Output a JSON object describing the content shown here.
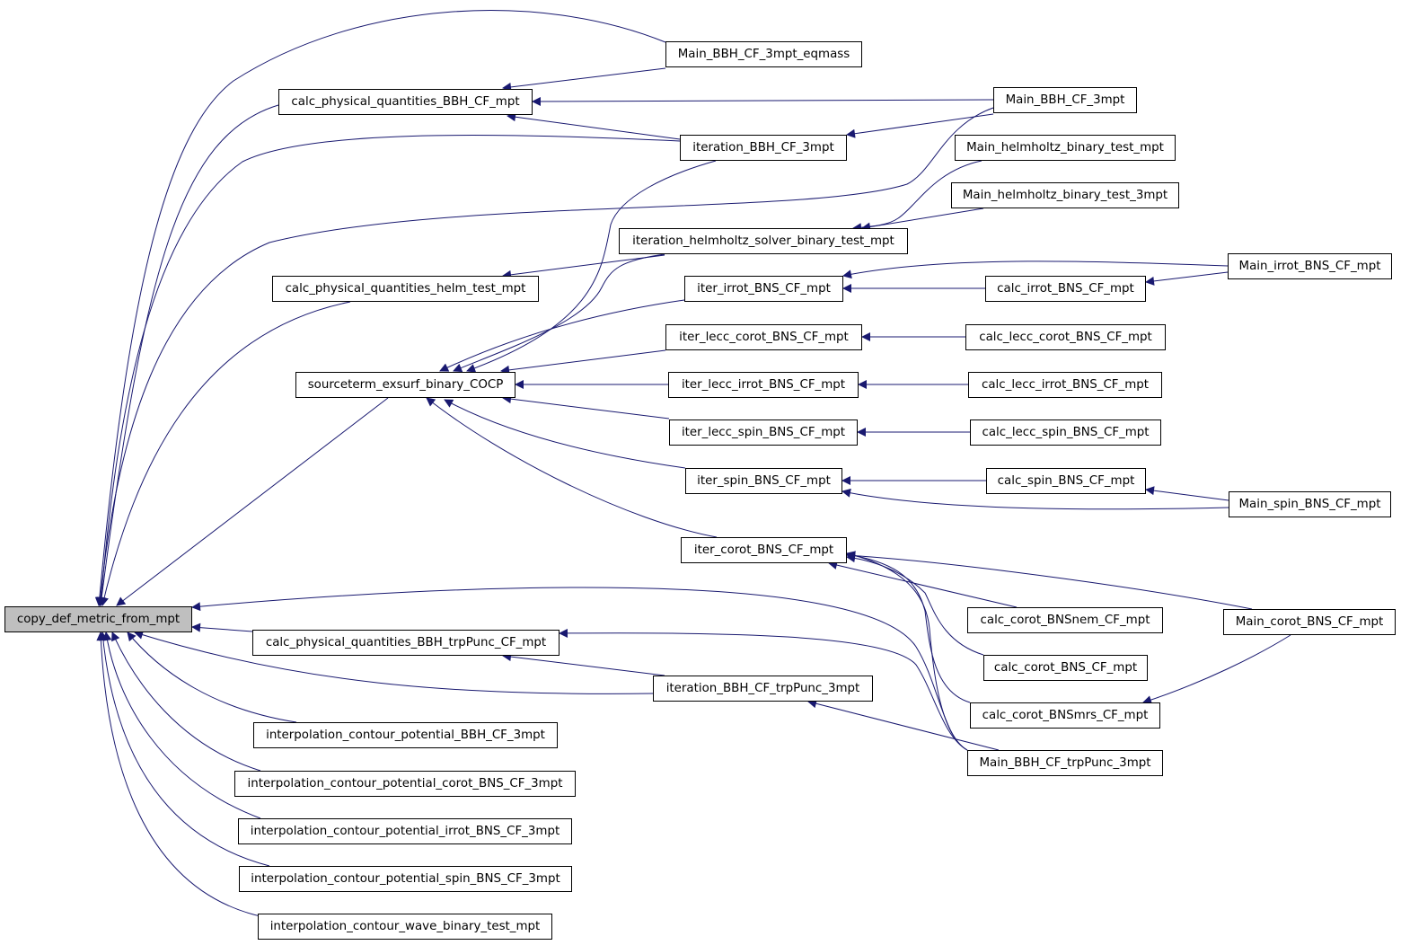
{
  "graph": {
    "title": "",
    "edge_color": "#191970",
    "root_fill": "#bfbfbf",
    "nodes": [
      {
        "id": "root",
        "label": "copy_def_metric_from_mpt"
      },
      {
        "id": "calc_bbh",
        "label": "calc_physical_quantities_BBH_CF_mpt"
      },
      {
        "id": "main_bbh_eqmass",
        "label": "Main_BBH_CF_3mpt_eqmass"
      },
      {
        "id": "main_bbh_3mpt",
        "label": "Main_BBH_CF_3mpt"
      },
      {
        "id": "iter_bbh_3mpt",
        "label": "iteration_BBH_CF_3mpt"
      },
      {
        "id": "main_helm_mpt",
        "label": "Main_helmholtz_binary_test_mpt"
      },
      {
        "id": "main_helm_3mpt",
        "label": "Main_helmholtz_binary_test_3mpt"
      },
      {
        "id": "iter_helm",
        "label": "iteration_helmholtz_solver_binary_test_mpt"
      },
      {
        "id": "calc_helm",
        "label": "calc_physical_quantities_helm_test_mpt"
      },
      {
        "id": "iter_irrot",
        "label": "iter_irrot_BNS_CF_mpt"
      },
      {
        "id": "calc_irrot",
        "label": "calc_irrot_BNS_CF_mpt"
      },
      {
        "id": "main_irrot",
        "label": "Main_irrot_BNS_CF_mpt"
      },
      {
        "id": "iter_lecc_corot",
        "label": "iter_lecc_corot_BNS_CF_mpt"
      },
      {
        "id": "calc_lecc_corot",
        "label": "calc_lecc_corot_BNS_CF_mpt"
      },
      {
        "id": "source",
        "label": "sourceterm_exsurf_binary_COCP"
      },
      {
        "id": "iter_lecc_irrot",
        "label": "iter_lecc_irrot_BNS_CF_mpt"
      },
      {
        "id": "calc_lecc_irrot",
        "label": "calc_lecc_irrot_BNS_CF_mpt"
      },
      {
        "id": "iter_lecc_spin",
        "label": "iter_lecc_spin_BNS_CF_mpt"
      },
      {
        "id": "calc_lecc_spin",
        "label": "calc_lecc_spin_BNS_CF_mpt"
      },
      {
        "id": "iter_spin",
        "label": "iter_spin_BNS_CF_mpt"
      },
      {
        "id": "calc_spin",
        "label": "calc_spin_BNS_CF_mpt"
      },
      {
        "id": "main_spin",
        "label": "Main_spin_BNS_CF_mpt"
      },
      {
        "id": "iter_corot",
        "label": "iter_corot_BNS_CF_mpt"
      },
      {
        "id": "calc_bnsnem",
        "label": "calc_corot_BNSnem_CF_mpt"
      },
      {
        "id": "main_corot",
        "label": "Main_corot_BNS_CF_mpt"
      },
      {
        "id": "calc_trp",
        "label": "calc_physical_quantities_BBH_trpPunc_CF_mpt"
      },
      {
        "id": "calc_corot",
        "label": "calc_corot_BNS_CF_mpt"
      },
      {
        "id": "iter_trp",
        "label": "iteration_BBH_CF_trpPunc_3mpt"
      },
      {
        "id": "calc_bnsmrs",
        "label": "calc_corot_BNSmrs_CF_mpt"
      },
      {
        "id": "interp_bbh",
        "label": "interpolation_contour_potential_BBH_CF_3mpt"
      },
      {
        "id": "main_trp",
        "label": "Main_BBH_CF_trpPunc_3mpt"
      },
      {
        "id": "interp_corot",
        "label": "interpolation_contour_potential_corot_BNS_CF_3mpt"
      },
      {
        "id": "interp_irrot",
        "label": "interpolation_contour_potential_irrot_BNS_CF_3mpt"
      },
      {
        "id": "interp_spin",
        "label": "interpolation_contour_potential_spin_BNS_CF_3mpt"
      },
      {
        "id": "interp_wave",
        "label": "interpolation_contour_wave_binary_test_mpt"
      }
    ],
    "edges": [
      {
        "caller": "calc_bbh",
        "callee": "root"
      },
      {
        "caller": "main_bbh_eqmass",
        "callee": "root"
      },
      {
        "caller": "main_bbh_3mpt",
        "callee": "root"
      },
      {
        "caller": "iter_bbh_3mpt",
        "callee": "root"
      },
      {
        "caller": "calc_helm",
        "callee": "root"
      },
      {
        "caller": "source",
        "callee": "root"
      },
      {
        "caller": "main_trp",
        "callee": "root"
      },
      {
        "caller": "calc_trp",
        "callee": "root"
      },
      {
        "caller": "iter_trp",
        "callee": "root"
      },
      {
        "caller": "interp_bbh",
        "callee": "root"
      },
      {
        "caller": "interp_corot",
        "callee": "root"
      },
      {
        "caller": "interp_irrot",
        "callee": "root"
      },
      {
        "caller": "interp_spin",
        "callee": "root"
      },
      {
        "caller": "interp_wave",
        "callee": "root"
      },
      {
        "caller": "main_bbh_eqmass",
        "callee": "calc_bbh"
      },
      {
        "caller": "main_bbh_3mpt",
        "callee": "calc_bbh"
      },
      {
        "caller": "iter_bbh_3mpt",
        "callee": "calc_bbh"
      },
      {
        "caller": "main_bbh_3mpt",
        "callee": "iter_bbh_3mpt"
      },
      {
        "caller": "main_helm_mpt",
        "callee": "iter_helm"
      },
      {
        "caller": "main_helm_3mpt",
        "callee": "iter_helm"
      },
      {
        "caller": "iter_helm",
        "callee": "calc_helm"
      },
      {
        "caller": "iter_bbh_3mpt",
        "callee": "source"
      },
      {
        "caller": "iter_helm",
        "callee": "source"
      },
      {
        "caller": "iter_irrot",
        "callee": "source"
      },
      {
        "caller": "iter_lecc_corot",
        "callee": "source"
      },
      {
        "caller": "iter_lecc_irrot",
        "callee": "source"
      },
      {
        "caller": "iter_lecc_spin",
        "callee": "source"
      },
      {
        "caller": "iter_spin",
        "callee": "source"
      },
      {
        "caller": "iter_corot",
        "callee": "source"
      },
      {
        "caller": "main_irrot",
        "callee": "iter_irrot"
      },
      {
        "caller": "calc_irrot",
        "callee": "iter_irrot"
      },
      {
        "caller": "main_irrot",
        "callee": "calc_irrot"
      },
      {
        "caller": "calc_lecc_corot",
        "callee": "iter_lecc_corot"
      },
      {
        "caller": "calc_lecc_irrot",
        "callee": "iter_lecc_irrot"
      },
      {
        "caller": "calc_lecc_spin",
        "callee": "iter_lecc_spin"
      },
      {
        "caller": "calc_spin",
        "callee": "iter_spin"
      },
      {
        "caller": "main_spin",
        "callee": "iter_spin"
      },
      {
        "caller": "main_spin",
        "callee": "calc_spin"
      },
      {
        "caller": "calc_bnsnem",
        "callee": "iter_corot"
      },
      {
        "caller": "main_corot",
        "callee": "iter_corot"
      },
      {
        "caller": "calc_corot",
        "callee": "iter_corot"
      },
      {
        "caller": "calc_bnsmrs",
        "callee": "iter_corot"
      },
      {
        "caller": "main_trp",
        "callee": "iter_corot"
      },
      {
        "caller": "main_corot",
        "callee": "calc_bnsmrs"
      },
      {
        "caller": "main_trp",
        "callee": "calc_trp"
      },
      {
        "caller": "iter_trp",
        "callee": "calc_trp"
      },
      {
        "caller": "main_trp",
        "callee": "iter_trp"
      }
    ]
  }
}
